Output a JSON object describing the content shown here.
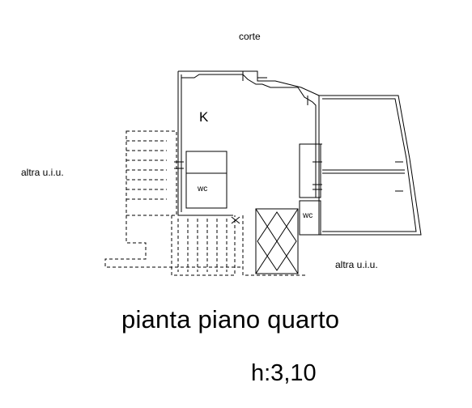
{
  "plan": {
    "courtyard_label": "corte",
    "neighbor_left_label": "altra u.i.u.",
    "neighbor_right_label": "altra u.i.u.",
    "kitchen_label": "K",
    "wc_label_left": "wc",
    "wc_label_right": "wc"
  },
  "caption": {
    "title": "pianta piano quarto",
    "height": "h:3,10"
  }
}
